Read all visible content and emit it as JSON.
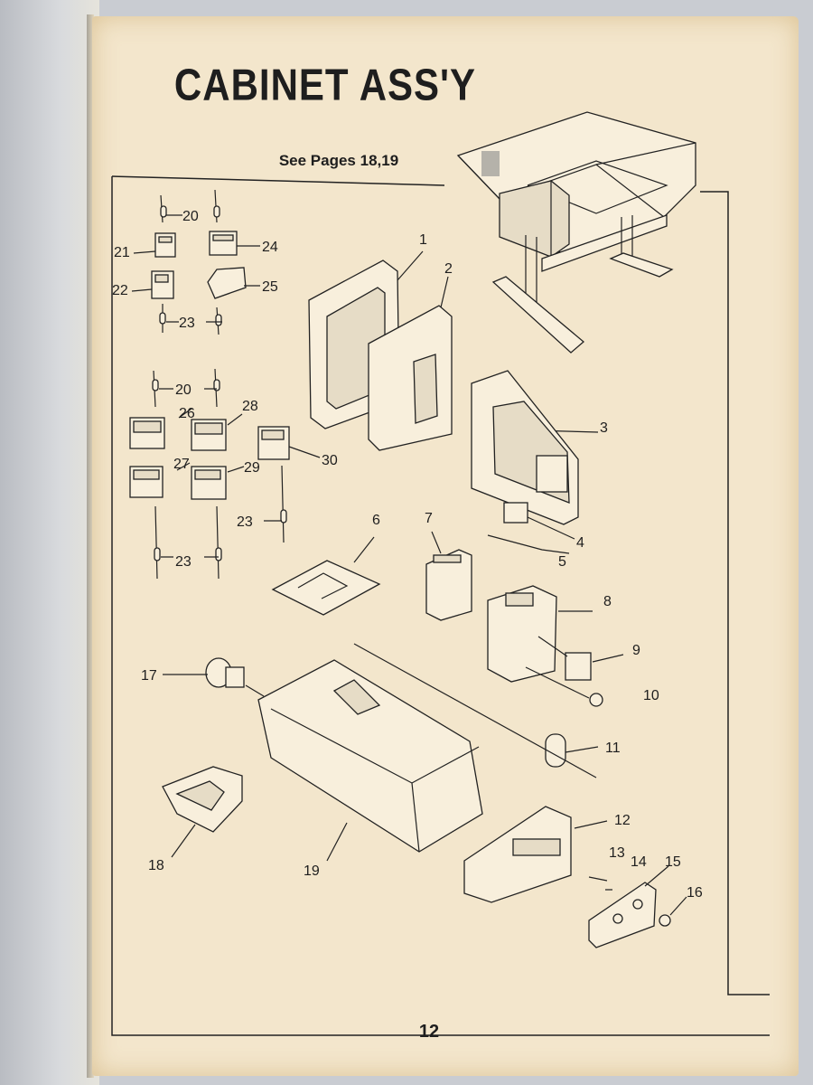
{
  "document": {
    "title": "CABINET ASS'Y",
    "subtitle": "See Pages 18,19",
    "page_number": "12"
  },
  "callouts": {
    "n1": "1",
    "n2": "2",
    "n3": "3",
    "n4": "4",
    "n5": "5",
    "n6": "6",
    "n7": "7",
    "n8": "8",
    "n9": "9",
    "n10": "10",
    "n11": "11",
    "n12": "12",
    "n13": "13",
    "n14": "14",
    "n15": "15",
    "n16": "16",
    "n17": "17",
    "n18": "18",
    "n19": "19",
    "n20": "20",
    "n21": "21",
    "n22": "22",
    "n23": "23",
    "n24": "24",
    "n25": "25",
    "n26": "26",
    "n27": "27",
    "n28": "28",
    "n29": "29",
    "n30": "30"
  },
  "colors": {
    "paper": "#f3e6cc",
    "ink": "#1e1e1e",
    "background": "#c9ccd2"
  }
}
